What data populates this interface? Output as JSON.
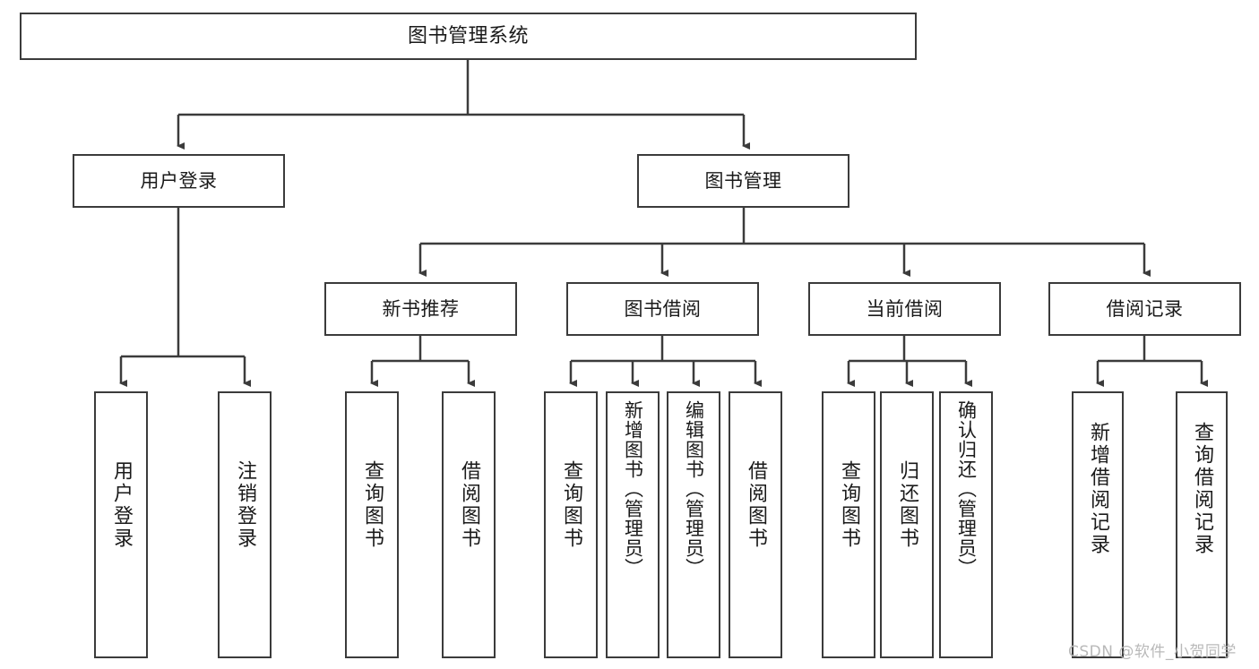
{
  "diagram": {
    "title_node": {
      "label": "图书管理系统"
    },
    "level2": [
      {
        "id": "user-login",
        "label": "用户登录"
      },
      {
        "id": "book-management",
        "label": "图书管理"
      }
    ],
    "level3": [
      {
        "id": "new-book-recommend",
        "label": "新书推荐"
      },
      {
        "id": "book-borrow",
        "label": "图书借阅"
      },
      {
        "id": "current-borrow",
        "label": "当前借阅"
      },
      {
        "id": "borrow-record",
        "label": "借阅记录"
      }
    ],
    "leaves": [
      {
        "id": "user-login-leaf",
        "label": "用户登录"
      },
      {
        "id": "logout-leaf",
        "label": "注销登录"
      },
      {
        "id": "recommend-query-book",
        "label": "查询图书"
      },
      {
        "id": "recommend-borrow-book",
        "label": "借阅图书"
      },
      {
        "id": "borrow-query-book",
        "label": "查询图书"
      },
      {
        "id": "borrow-add-book",
        "label": "新增图书（管理员）"
      },
      {
        "id": "borrow-edit-book",
        "label": "编辑图书（管理员）"
      },
      {
        "id": "borrow-borrow-book",
        "label": "借阅图书"
      },
      {
        "id": "current-query-book",
        "label": "查询图书"
      },
      {
        "id": "current-return-book",
        "label": "归还图书"
      },
      {
        "id": "current-confirm-return",
        "label": "确认归还（管理员）"
      },
      {
        "id": "record-add-record",
        "label": "新增借阅记录"
      },
      {
        "id": "record-query-record",
        "label": "查询借阅记录"
      }
    ],
    "watermark": "CSDN @软件_小贺同学",
    "colors": {
      "stroke": "#3b3b3b",
      "text": "#1a1a1a",
      "background": "#ffffff",
      "watermark": "#b9b9b9"
    }
  }
}
